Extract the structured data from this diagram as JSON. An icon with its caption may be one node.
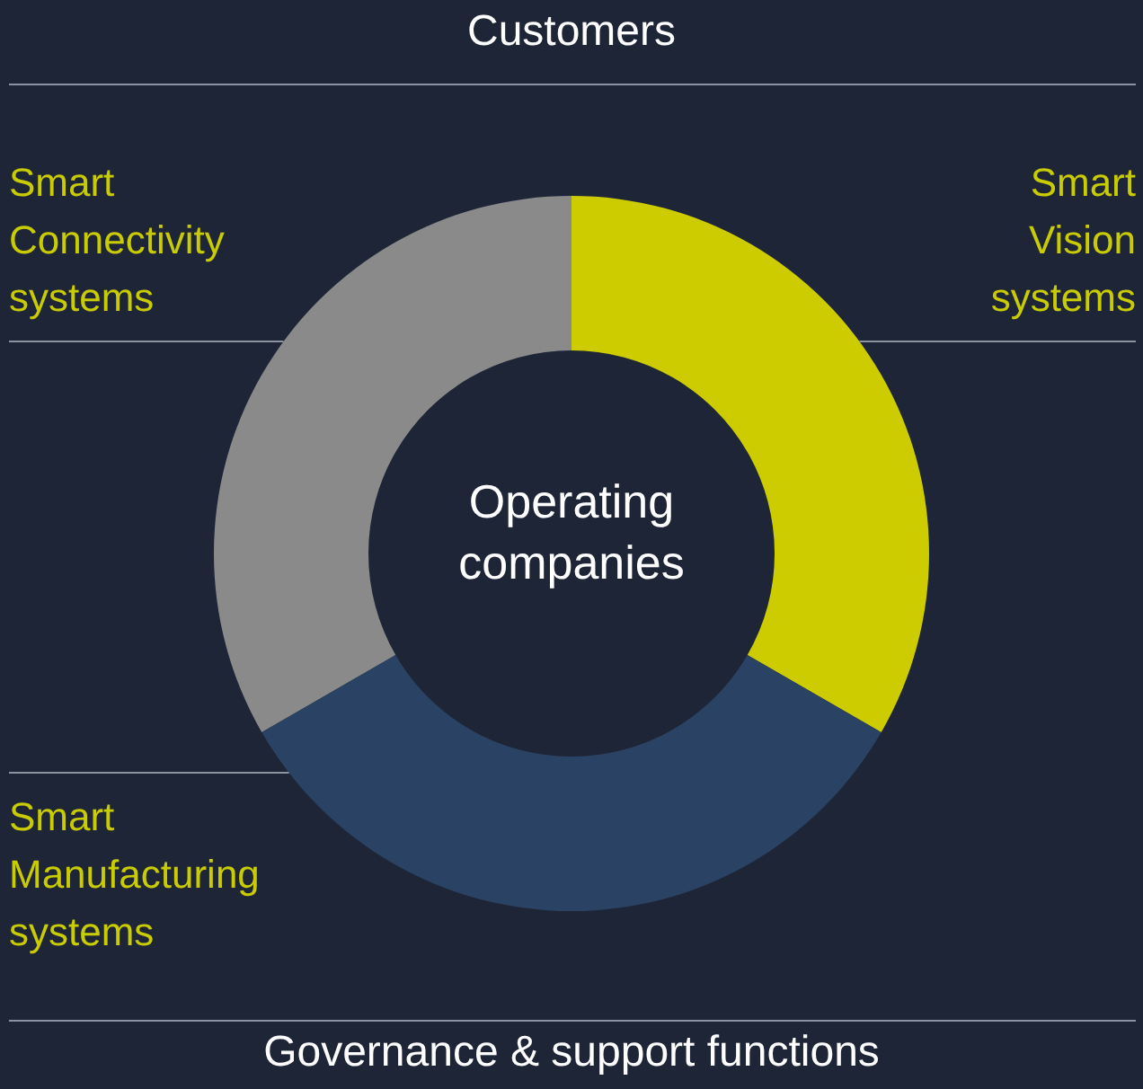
{
  "diagram": {
    "nodes": [
      {
        "text": [
          "Smart Connectivity systems"
        ]
      },
      {
        "text": [
          "Smart Vision systems"
        ]
      },
      {
        "text": [],
        "shape": "arc"
      },
      {
        "text": [],
        "shape": "arc"
      },
      {
        "text": [],
        "shape": "arc"
      },
      {
        "text": [
          "Operating companies"
        ]
      },
      {
        "text": [
          "Smart Manufacturing systems"
        ]
      }
    ],
    "edges": [
      {
        "from": 0,
        "to": 2,
        "arrow": "none"
      },
      {
        "from": 1,
        "to": 3,
        "arrow": "none"
      },
      {
        "from": 6,
        "to": 4,
        "arrow": "none"
      }
    ],
    "labels": [
      "Customers",
      "Governance & support functions"
    ]
  }
}
